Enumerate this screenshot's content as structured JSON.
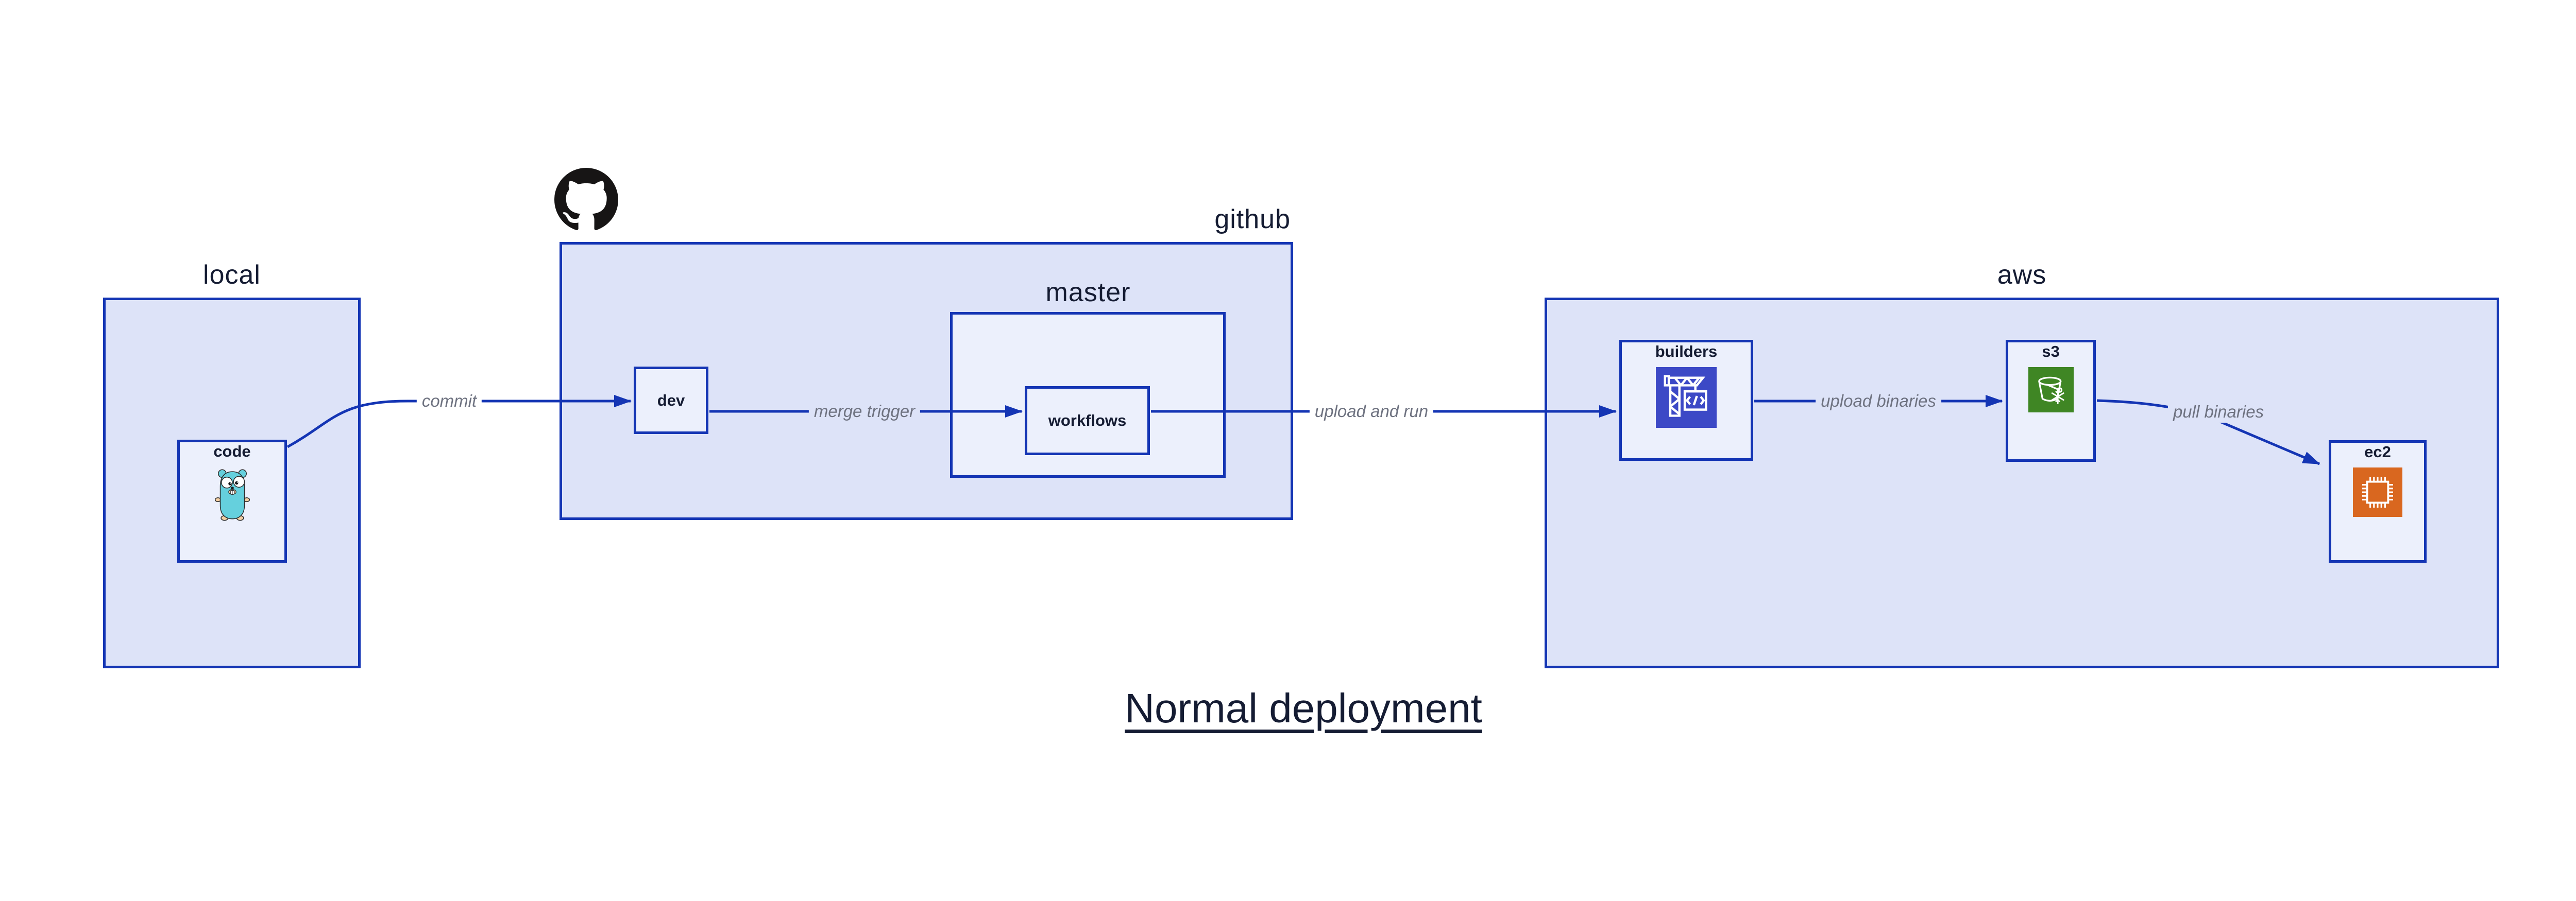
{
  "title": {
    "text": "Normal deployment"
  },
  "containers": {
    "local": {
      "label": "local"
    },
    "github": {
      "label": "github"
    },
    "master": {
      "label": "master"
    },
    "aws": {
      "label": "aws"
    }
  },
  "nodes": {
    "code": {
      "label": "code",
      "icon": "go-gopher-icon"
    },
    "dev": {
      "label": "dev"
    },
    "workflows": {
      "label": "workflows"
    },
    "builders": {
      "label": "builders",
      "icon": "aws-codebuild-crane-icon"
    },
    "s3": {
      "label": "s3",
      "icon": "aws-s3-glacier-bucket-icon"
    },
    "ec2": {
      "label": "ec2",
      "icon": "aws-ec2-chip-icon"
    }
  },
  "edges": [
    {
      "from": "code",
      "to": "dev",
      "label": "commit"
    },
    {
      "from": "dev",
      "to": "workflows",
      "label": "merge trigger"
    },
    {
      "from": "workflows",
      "to": "builders",
      "label": "upload and run"
    },
    {
      "from": "builders",
      "to": "s3",
      "label": "upload binaries"
    },
    {
      "from": "s3",
      "to": "ec2",
      "label": "pull binaries"
    }
  ],
  "logos": {
    "github_mark": "github-octocat-mark-icon"
  },
  "colors": {
    "stroke_blue": "#1435b4",
    "container_fill": "#dde3f8",
    "node_fill": "#ecf0fc",
    "label_navy": "#151c33",
    "edge_label_gray": "#6e7280",
    "codebuild_indigo": "#3c49c6",
    "s3_green": "#3f8624",
    "ec2_orange": "#d9671f",
    "github_black": "#171515",
    "gopher_teal": "#65d0dd",
    "gopher_beige": "#f5d0a4",
    "page_bg": "#ffffff"
  }
}
